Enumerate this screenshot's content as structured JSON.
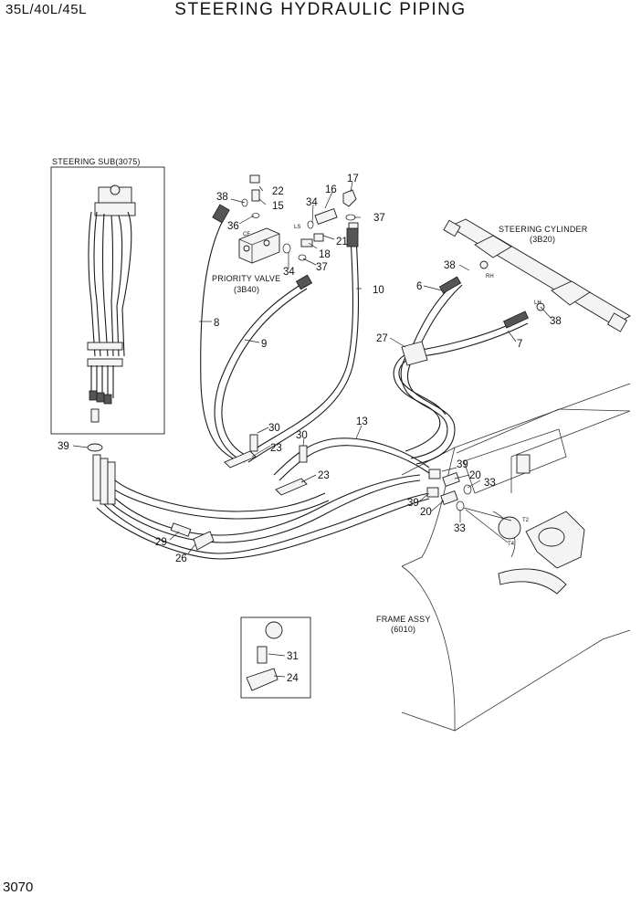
{
  "header": {
    "model": "35L/40L/45L",
    "title": "STEERING HYDRAULIC PIPING"
  },
  "page_number": "3070",
  "labels": {
    "steering_sub": "STEERING SUB(3075)",
    "priority_valve": "PRIORITY VALVE",
    "priority_valve_ref": "(3B40)",
    "steering_cylinder": "STEERING CYLINDER",
    "steering_cylinder_ref": "(3B20)",
    "frame_assy": "FRAME ASSY",
    "frame_assy_ref": "(6010)",
    "port_cf": "CF",
    "port_ls": "LS",
    "port_rh": "RH",
    "port_lh": "LH",
    "port_t2": "T2",
    "port_t4": "T4"
  },
  "callouts": {
    "c22": "22",
    "c15": "15",
    "c38a": "38",
    "c36": "36",
    "c34a": "34",
    "c16": "16",
    "c17": "17",
    "c37a": "37",
    "c21": "21",
    "c18": "18",
    "c34b": "34",
    "c37b": "37",
    "c38b": "38",
    "c6": "6",
    "c38c": "38",
    "c7": "7",
    "c27": "27",
    "c10": "10",
    "c8": "8",
    "c9": "9",
    "c13": "13",
    "c30a": "30",
    "c30b": "30",
    "c23a": "23",
    "c23b": "23",
    "c39a": "39",
    "c39b": "39",
    "c20a": "20",
    "c33a": "33",
    "c39c": "39",
    "c20b": "20",
    "c33b": "33",
    "c29": "29",
    "c26": "26",
    "c31": "31",
    "c24": "24"
  }
}
